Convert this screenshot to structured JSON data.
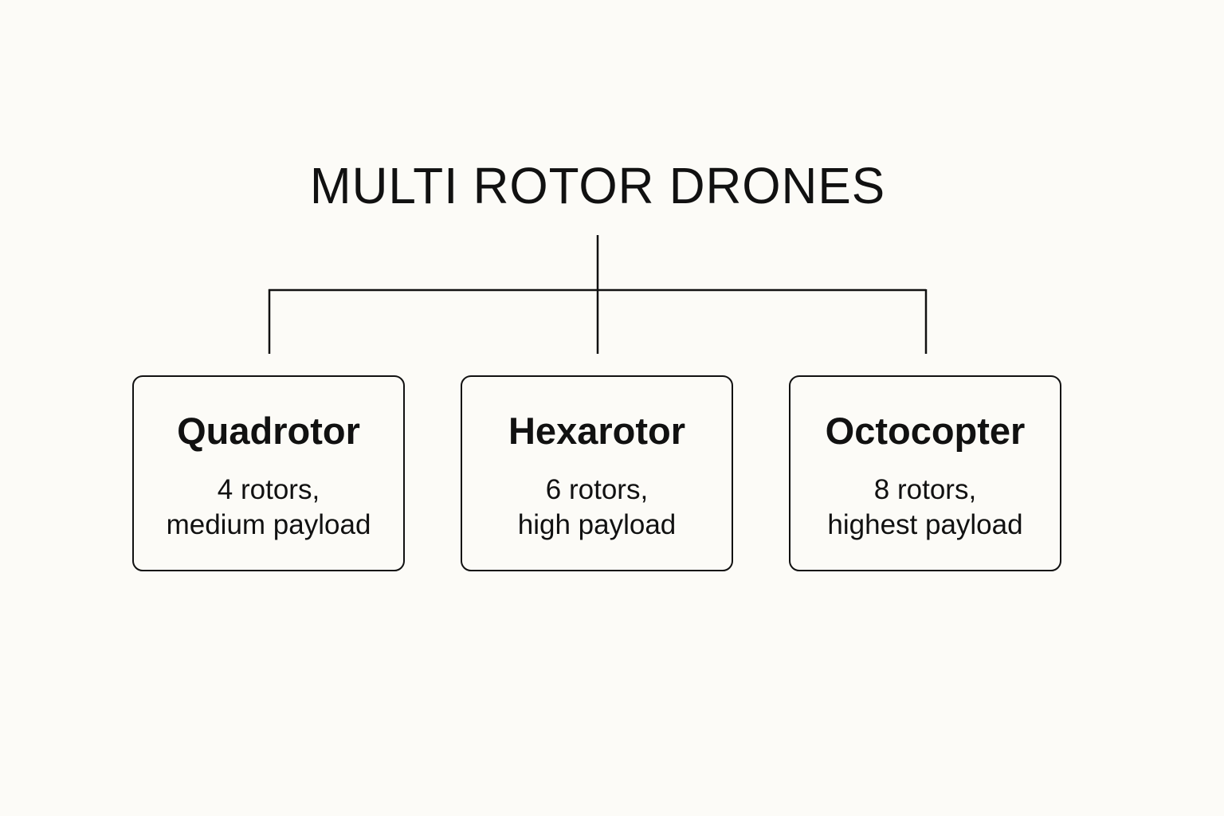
{
  "title": "MULTI ROTOR DRONES",
  "nodes": [
    {
      "name": "Quadrotor",
      "desc_line1": "4 rotors,",
      "desc_line2": "medium payload"
    },
    {
      "name": "Hexarotor",
      "desc_line1": "6 rotors,",
      "desc_line2": "high payload"
    },
    {
      "name": "Octocopter",
      "desc_line1": "8 rotors,",
      "desc_line2": "highest payload"
    }
  ],
  "colors": {
    "background": "#fcfbf7",
    "stroke": "#111111"
  }
}
